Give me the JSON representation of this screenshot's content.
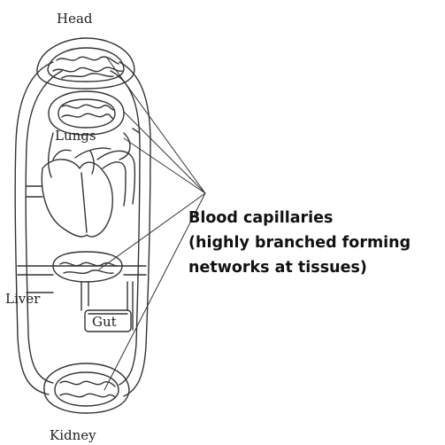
{
  "labels": {
    "head": "Head",
    "lungs": "Lungs",
    "liver": "Liver",
    "gut": "Gut",
    "kidney": "Kidney"
  },
  "caption": {
    "line1": "Blood capillaries",
    "line2": "(highly branched forming",
    "line3": "networks at tissues)"
  }
}
